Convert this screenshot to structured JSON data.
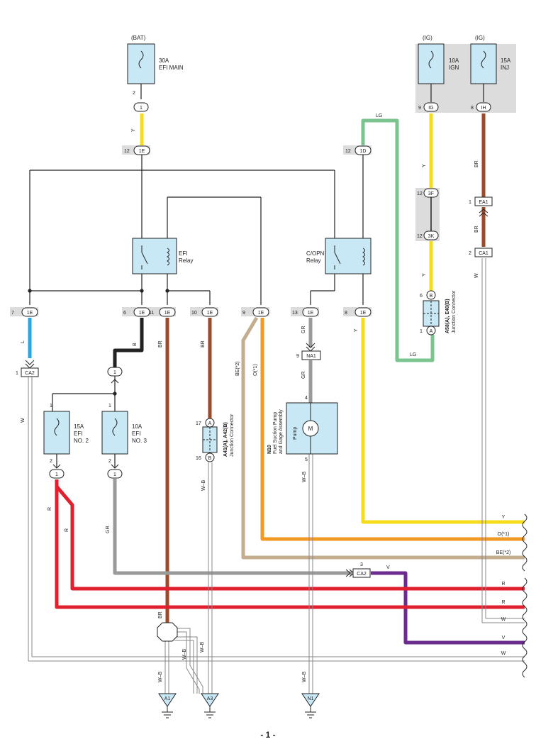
{
  "page_number": "- 1 -",
  "power": {
    "bat": "(BAT)",
    "ig1": "(IG)",
    "ig2": "(IG)"
  },
  "fuses": {
    "efi_main": {
      "amp": "30A",
      "name": "EFI MAIN"
    },
    "ign": {
      "amp": "10A",
      "name": "IGN"
    },
    "inj": {
      "amp": "15A",
      "name": "INJ"
    },
    "efi_no2": {
      "amp": "15A",
      "name1": "EFI",
      "name2": "NO. 2"
    },
    "efi_no3": {
      "amp": "10A",
      "name1": "EFI",
      "name2": "NO. 3"
    }
  },
  "relays": {
    "efi": {
      "name1": "EFI",
      "name2": "Relay"
    },
    "copn": {
      "name1": "C/OPN",
      "name2": "Relay"
    }
  },
  "connectors": {
    "c1_main": "1",
    "c1e_top": "1E",
    "c1d_top": "1D",
    "cig": "IG",
    "cih": "IH",
    "c3f": "3F",
    "c3k": "3K",
    "ea1": "EA1",
    "ca1": "CA1",
    "ca2_a": "CA2",
    "ca2_b": "CA2",
    "na1": "NA1",
    "splice1": "1",
    "efi2_out": "1",
    "efi3_out": "1",
    "jc_b": "B",
    "jc_a": "A",
    "jc41_a": "A",
    "jc41_b": "B",
    "bot_1e": [
      "1E",
      "1E",
      "1E",
      "1E",
      "1E",
      "1E",
      "1E"
    ]
  },
  "pins": {
    "efi_main_out": "2",
    "c1e_top": "12",
    "c1d_top": "12",
    "ig": "9",
    "ih": "8",
    "c3f": "12",
    "c3k": "12",
    "ea1": "1",
    "ca1": "2",
    "ca2_a": "1",
    "ca2_b": "3",
    "na1": "9",
    "pump_in": "4",
    "pump_out": "5",
    "efi2_in": "1",
    "efi2_out": "2",
    "efi3_in": "1",
    "efi3_out": "2",
    "jc58_b": "6",
    "jc58_a": "1",
    "jc41_a": "17",
    "jc41_b": "16",
    "bot_1e": [
      "7",
      "6",
      "11",
      "10",
      "9",
      "13",
      "8"
    ]
  },
  "wire_labels": {
    "y_top": "Y",
    "lg_top": "LG",
    "lg_bot": "LG",
    "y_ig": "Y",
    "y_3k": "Y",
    "br_ih": "BR",
    "br_ea1": "BR",
    "w_ca1": "W",
    "l": "L",
    "b": "B",
    "w_ca2": "W",
    "r1": "R",
    "r2": "R",
    "gr_efi3": "GR",
    "br_11": "BR",
    "br_10": "BR",
    "be2": "BE(*2)",
    "o1": "O(*1)",
    "gr_13": "GR",
    "gr_na1": "GR",
    "y_8": "Y",
    "wb_16": "W–B",
    "wb_pump": "W–B",
    "br_splice": "BR",
    "wb_a1": "W–B",
    "wb_s1": "W–B",
    "wb_s2": "W–B",
    "wb_n1": "W–B",
    "v_ca2": "V"
  },
  "right_labels": [
    "Y",
    "O(*1)",
    "BE(*2)",
    "R",
    "R",
    "W",
    "V",
    "W"
  ],
  "components": {
    "pump": {
      "id": "N10",
      "name1": "Fuel Suction Pump",
      "name2": "and Gage Assembly",
      "label": "Pump",
      "motor": "M"
    },
    "jc58": {
      "id": "A58(A), E40(B)",
      "name": "Junction Connector"
    },
    "jc41": {
      "id": "A41(A), A42(B)",
      "name": "Junction Connector"
    }
  },
  "grounds": {
    "a1": "A1",
    "a3": "A3",
    "n1": "N1"
  },
  "colors": {
    "yellow": "#f5dc1e",
    "lightgreen": "#7cc48f",
    "brown": "#9c4a2a",
    "blue": "#28a7e0",
    "black": "#222222",
    "red": "#e0202e",
    "gray": "#9a9a9a",
    "orange": "#f29a23",
    "beige": "#c4ad8e",
    "violet": "#6c2b8e",
    "component_fill": "#c9e8f6",
    "highlight": "#dcdcdc"
  }
}
